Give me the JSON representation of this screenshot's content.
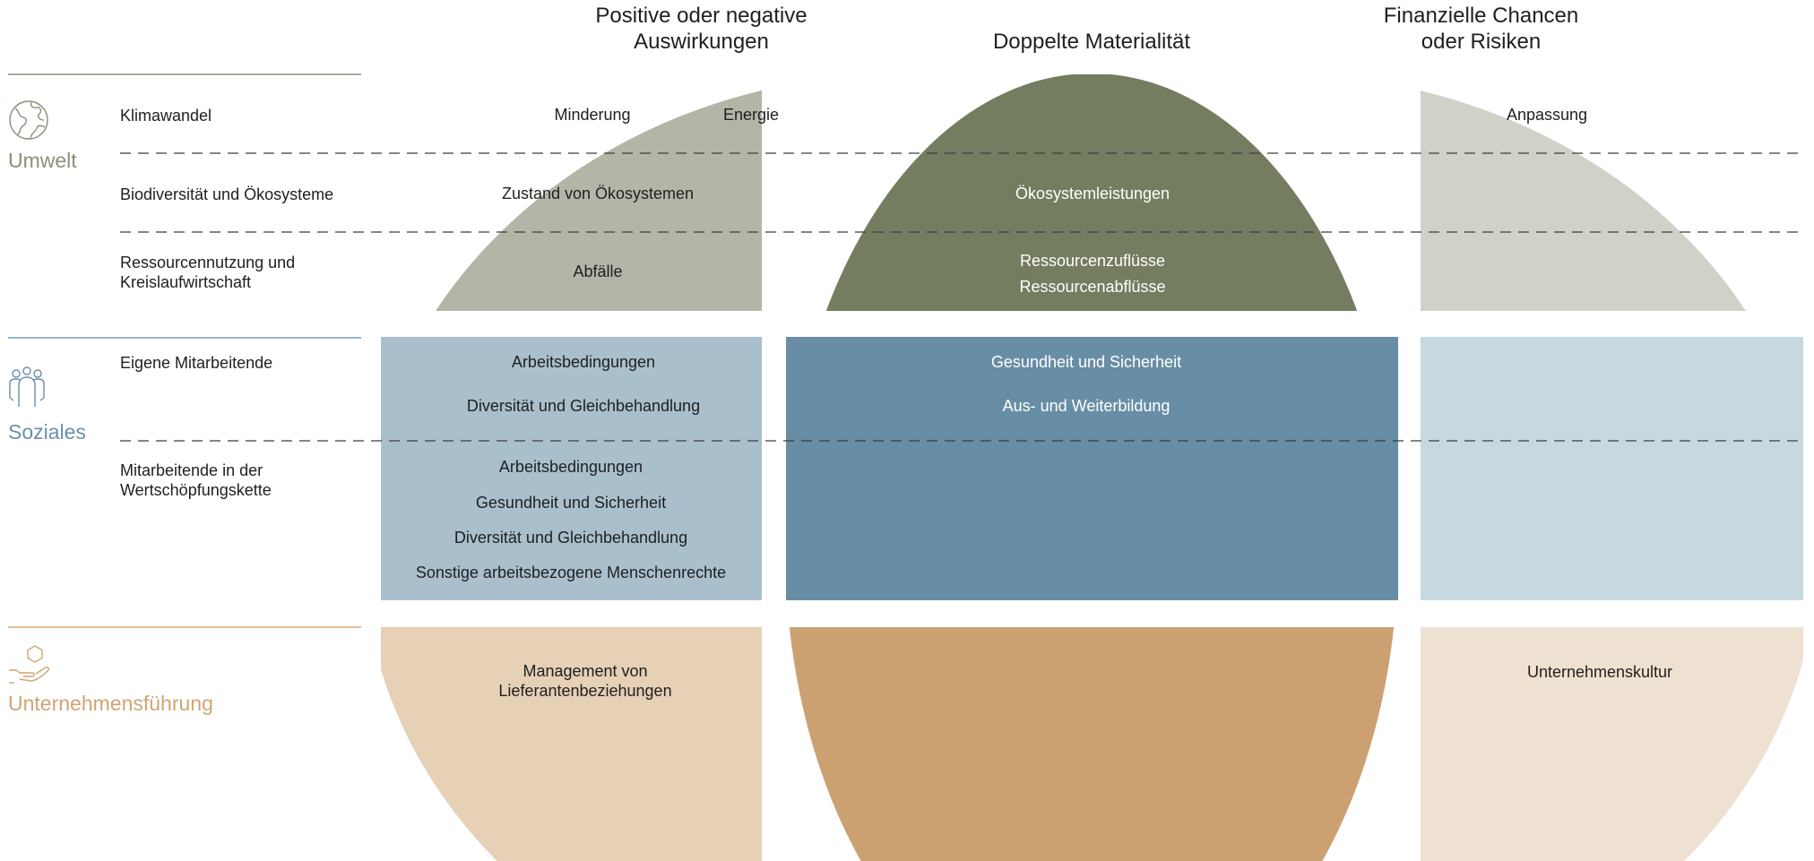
{
  "columns": {
    "impacts": "Positive oder negative\nAuswirkungen",
    "double": "Doppelte Materialität",
    "financial": "Finanzielle Chancen\noder Risiken"
  },
  "categories": {
    "umwelt": {
      "label": "Umwelt",
      "color": "#8a9078",
      "icon": "globe-icon"
    },
    "soziales": {
      "label": "Soziales",
      "color": "#6a8fa8",
      "icon": "people-group-icon"
    },
    "governance": {
      "label": "Unternehmensführung",
      "color": "#d2a472",
      "icon": "hand-hexagon-icon"
    }
  },
  "topics": {
    "klimawandel": "Klimawandel",
    "biodiversitaet": "Biodiversität und Ökosysteme",
    "ressourcen": "Ressourcennutzung und\nKreislaufwirtschaft",
    "eigene": "Eigene Mitarbeitende",
    "wertschoepfung": "Mitarbeitende in der\nWertschöpfungskette"
  },
  "cells": {
    "minderung": "Minderung",
    "energie": "Energie",
    "anpassung": "Anpassung",
    "zustand": "Zustand von Ökosystemen",
    "oekoleistungen": "Ökosystemleistungen",
    "abfaelle": "Abfälle",
    "zufluesse": "Ressourcenzuflüsse",
    "abfluesse": "Ressourcenabflüsse",
    "arbeit1": "Arbeitsbedingungen",
    "div1": "Diversität und Gleichbehandlung",
    "gesund1": "Gesundheit und Sicherheit",
    "ausbildung": "Aus- und Weiterbildung",
    "arbeit2": "Arbeitsbedingungen",
    "gesund2": "Gesundheit und Sicherheit",
    "div2": "Diversität und Gleichbehandlung",
    "menschenrechte": "Sonstige arbeitsbezogene Menschenrechte",
    "lieferanten": "Management von\nLieferantenbeziehungen",
    "kultur": "Unternehmenskultur"
  },
  "colors": {
    "umwelt_left": "#b2b6a6",
    "umwelt_mid": "#757d60",
    "umwelt_right": "#d0d2c8",
    "soziales_left": "#a9bfcc",
    "soziales_mid": "#688ea6",
    "soziales_right": "#c8d8df",
    "gov_left": "#e6d0b6",
    "gov_mid": "#cca172",
    "gov_right": "#efe1d1"
  }
}
